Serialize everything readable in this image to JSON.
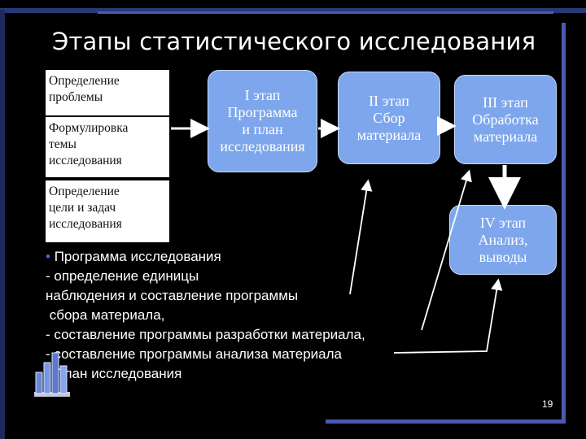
{
  "title": "Этапы статистического исследования",
  "left_boxes": [
    {
      "lines": [
        "Определение",
        "проблемы"
      ]
    },
    {
      "lines": [
        "Формулировка",
        "темы",
        "исследования"
      ]
    },
    {
      "lines": [
        "Определение",
        "цели и задач",
        "исследования"
      ]
    }
  ],
  "stages": [
    {
      "lines": [
        "I этап",
        "Программа",
        "и план",
        "исследования"
      ]
    },
    {
      "lines": [
        "II этап",
        "Сбор",
        "материала"
      ]
    },
    {
      "lines": [
        "III этап",
        "Обработка",
        "материала"
      ]
    },
    {
      "lines": [
        "IV этап",
        "Анализ,",
        "выводы"
      ]
    }
  ],
  "bullet_mark": "•",
  "notes": [
    "Программа исследования",
    "- определение единицы",
    "наблюдения и составление программы",
    " сбора материала,",
    "- составление программы разработки материала,",
    "- составление программы анализа материала",
    "- План исследования"
  ],
  "page_number": "19",
  "colors": {
    "stage_fill": "#7ea6ec",
    "background": "#000000",
    "frame": "#4a5ab0"
  },
  "icons": [
    "bar-chart-icon"
  ]
}
